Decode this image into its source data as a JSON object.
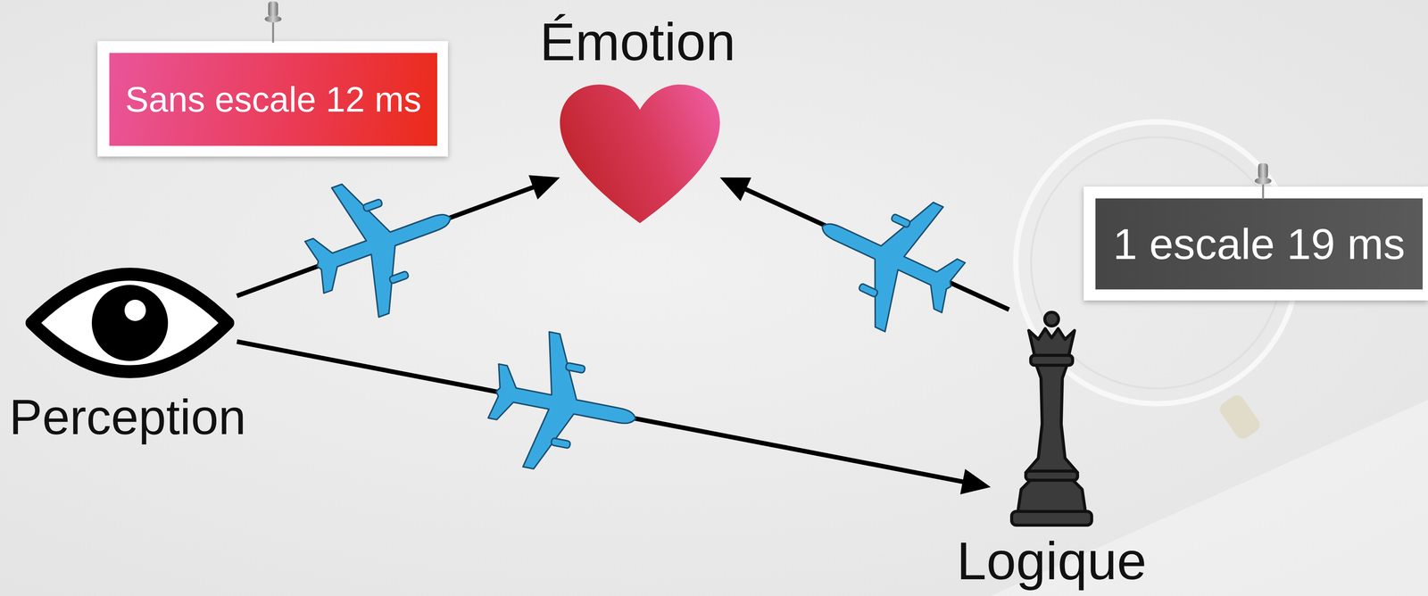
{
  "diagram": {
    "nodes": [
      {
        "text": [
          "Sans escale 12 ms"
        ]
      },
      {
        "text": [
          "Émotion"
        ]
      },
      {
        "text": [
          "1 escale 19 ms"
        ]
      },
      {
        "text": [
          "Perception"
        ]
      },
      {
        "text": [
          "Logique"
        ]
      }
    ],
    "edges": [
      {
        "from": 3,
        "to": 1,
        "arrow": "to"
      },
      {
        "from": 4,
        "to": 1,
        "arrow": "to"
      },
      {
        "from": 3,
        "to": 4,
        "arrow": "to"
      }
    ]
  }
}
